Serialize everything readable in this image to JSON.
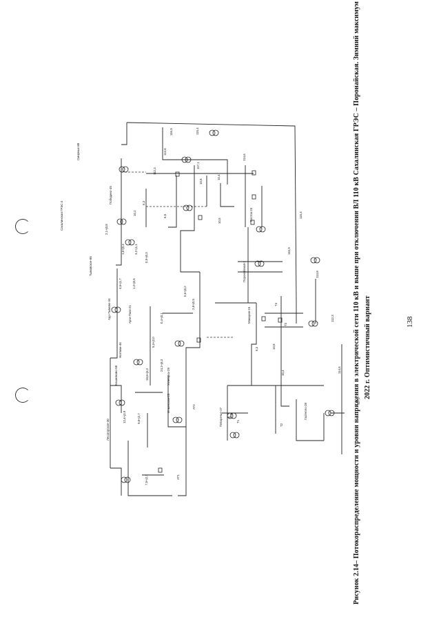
{
  "document": {
    "page_number": "138",
    "caption": {
      "line1": "Рисунок 2.14– Потокораспределение мощности и уровни напряжения в электрической сети 110 кВ и выше при отключении ВЛ 110 кВ Сахалинская ГРЭС – Поронайская. Зимний максимум",
      "line2": "2022 г. Оптимистичный вариант"
    }
  },
  "diagram": {
    "substation_labels": [
      "Сахалинская ГРЭС-2",
      "Смирных-88",
      "Победино-49",
      "Тымовское-85",
      "Адо-Тымово-34",
      "Арги-Паги-21",
      "Ноглики-46",
      "Бошняково-58",
      "Лесогорское-30",
      "Углегорск-29",
      "Ильинская-25",
      "Макаров-15",
      "Поронайская-1",
      "Восток-23",
      "Пятиречье-27",
      "Гастелло-28"
    ],
    "values": [
      "116,9",
      "115,4",
      "113,8",
      "112,3",
      "117,1",
      "114,6",
      "10,4",
      "10,8",
      "6,3",
      "10,2",
      "6,5",
      "10,5",
      "2,1+j0,8",
      "1,6+j0,4",
      "3,2+j1,1",
      "0,9+j0,3",
      "4,5+j1,7",
      "1,2+j0,5",
      "0,6+j0,2",
      "2,8+j0,9",
      "5,3+j2,0",
      "0,4+j0,1",
      "24,1+j8,3",
      "18,6+j5,2",
      "12,4+j3,9",
      "9,8+j2,7",
      "7,5+j2,1",
      "АТ1",
      "АТ2",
      "Т1",
      "Т2",
      "Т3",
      "Т4"
    ]
  }
}
